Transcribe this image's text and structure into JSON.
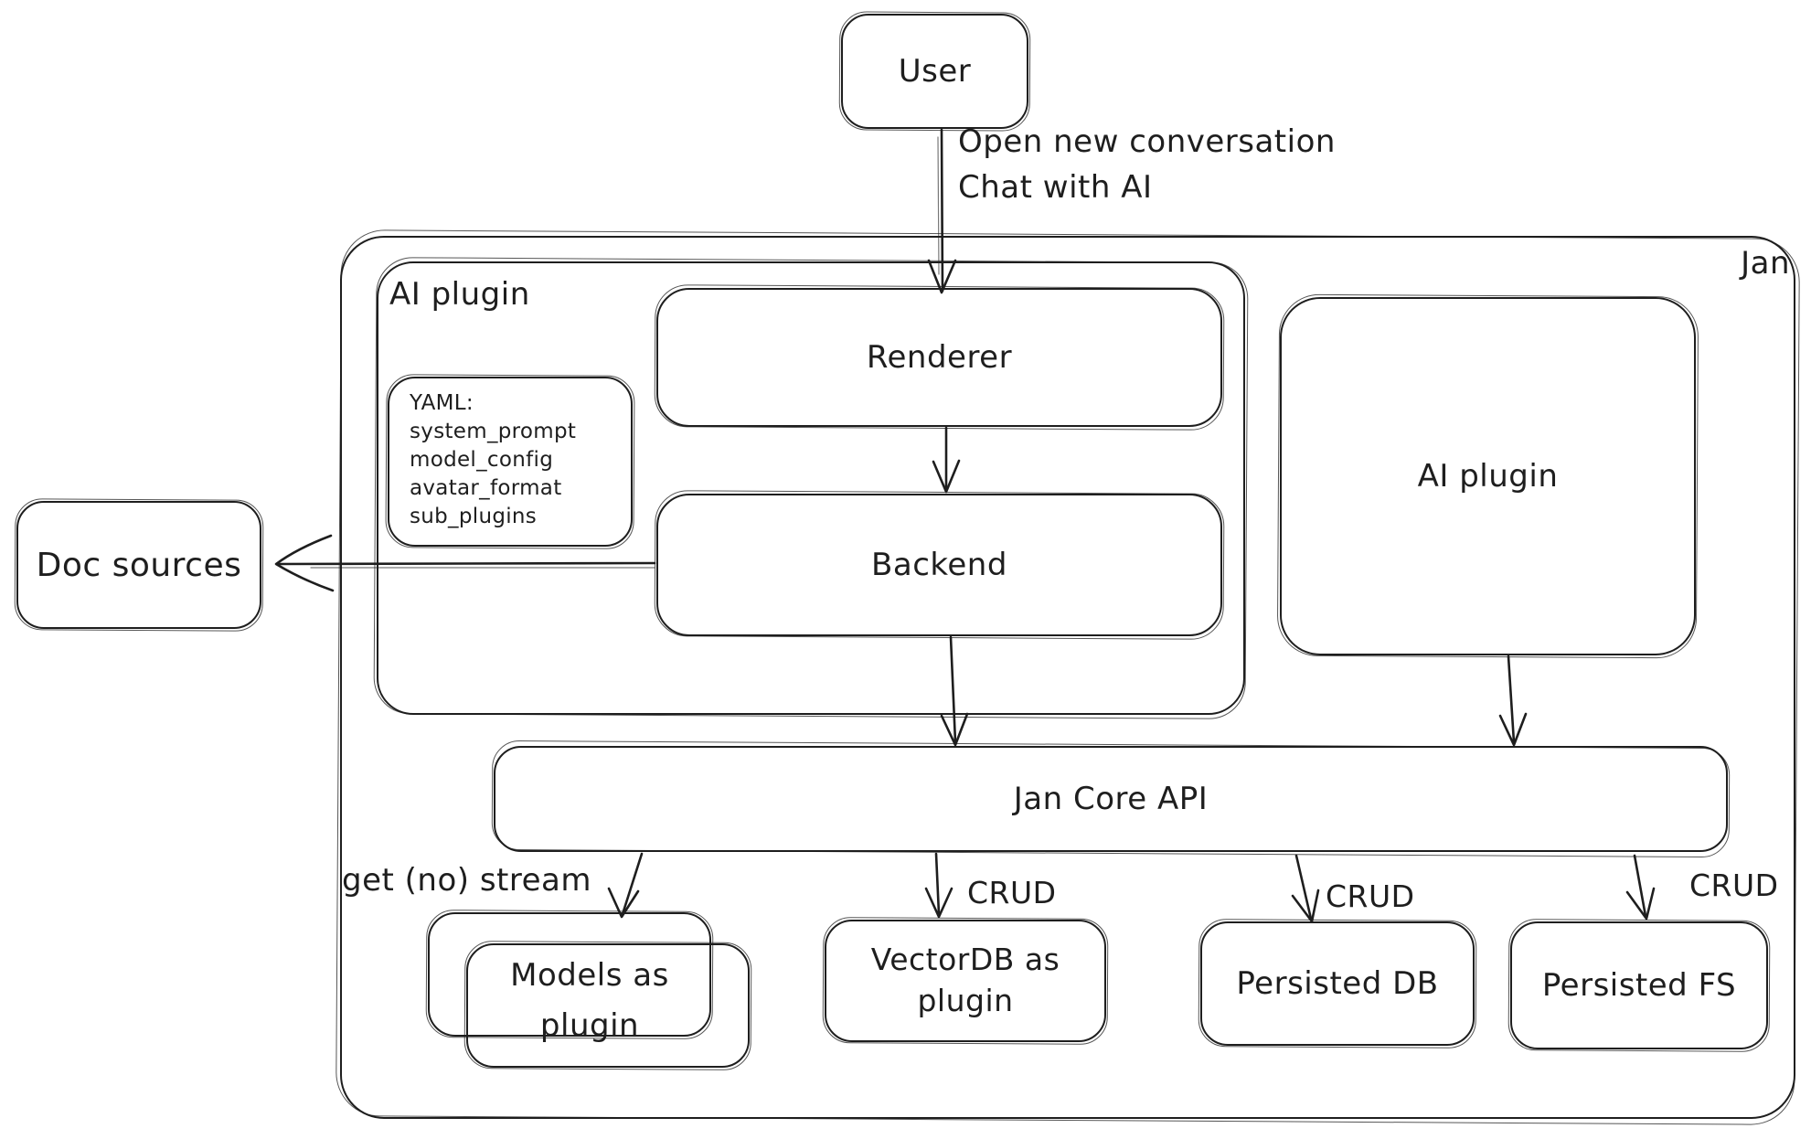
{
  "colors": {
    "stroke": "#1e1e1e",
    "background": "#ffffff"
  },
  "nodes": {
    "user": {
      "label": "User"
    },
    "jan": {
      "label": "Jan"
    },
    "ai_plugin_left": {
      "label": "AI plugin"
    },
    "renderer": {
      "label": "Renderer"
    },
    "backend": {
      "label": "Backend"
    },
    "yaml_note": {
      "lines": [
        "YAML:",
        "system_prompt",
        "model_config",
        "avatar_format",
        "sub_plugins"
      ]
    },
    "doc_sources": {
      "label": "Doc sources"
    },
    "ai_plugin_right": {
      "label": "AI plugin"
    },
    "jan_core_api": {
      "label": "Jan Core API"
    },
    "models_as_plugin": {
      "lines": [
        "Models as",
        "plugin"
      ]
    },
    "vectordb_as_plugin": {
      "lines": [
        "VectorDB as",
        "plugin"
      ]
    },
    "persisted_db": {
      "label": "Persisted DB"
    },
    "persisted_fs": {
      "label": "Persisted FS"
    }
  },
  "edges": {
    "user_to_renderer": {
      "lines": [
        "Open new conversation",
        "Chat with AI"
      ]
    },
    "api_to_models": {
      "label": "get (no) stream"
    },
    "api_to_vectordb": {
      "label": "CRUD"
    },
    "api_to_persisted_db": {
      "label": "CRUD"
    },
    "api_to_persisted_fs": {
      "label": "CRUD"
    }
  }
}
